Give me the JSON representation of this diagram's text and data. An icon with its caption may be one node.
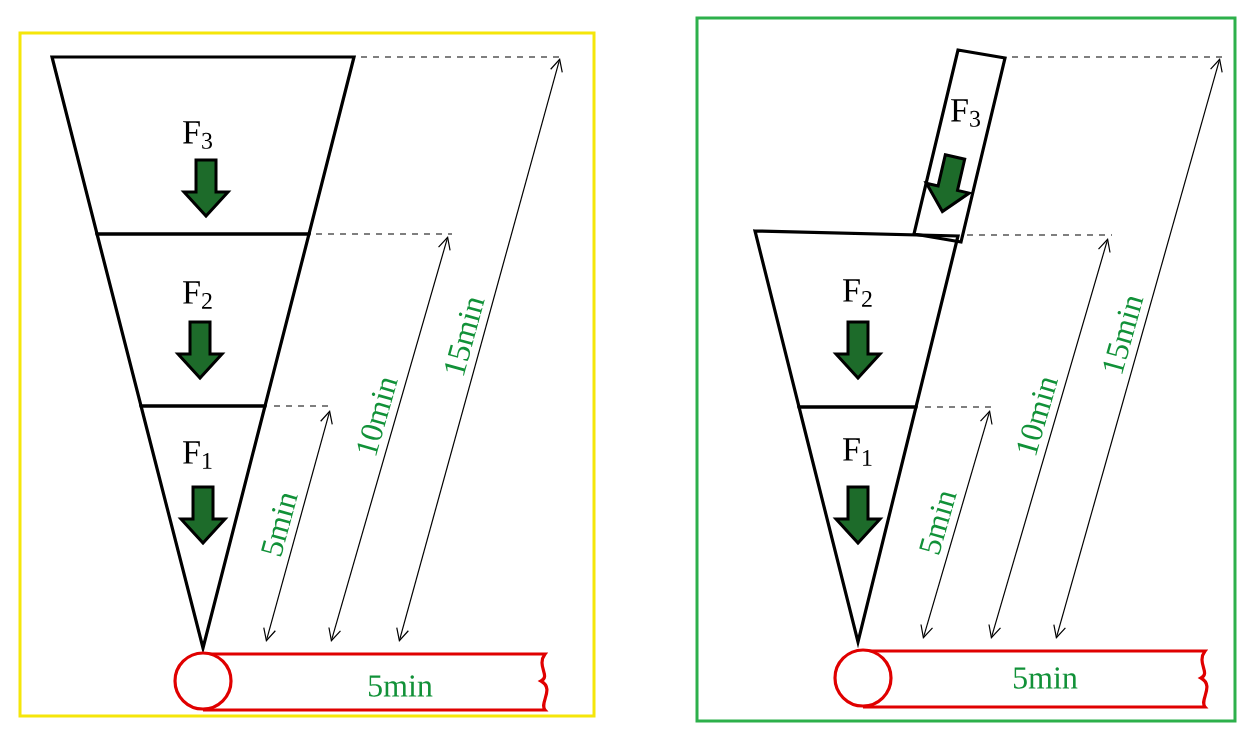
{
  "diagram": {
    "nodes": [
      {
        "text": [],
        "shape": "box"
      },
      {
        "text": [
          "F$_{3}$"
        ],
        "in": 0
      },
      {
        "text": [
          "F$_{2}$"
        ],
        "in": 0
      },
      {
        "text": [
          "F$_{1}$"
        ],
        "in": 0
      },
      {
        "text": [
          "5min"
        ],
        "in": 0
      },
      {
        "text": [],
        "shape": "box"
      },
      {
        "text": [
          "F$_{3}$"
        ],
        "in": 5
      },
      {
        "text": [
          "F$_{2}$"
        ],
        "in": 5
      },
      {
        "text": [
          "F$_{1}$"
        ],
        "in": 5
      },
      {
        "text": [
          "5min"
        ],
        "in": 5
      }
    ],
    "labels": [
      "5min",
      "10min",
      "15min",
      "5min",
      "10min",
      "15min"
    ]
  }
}
